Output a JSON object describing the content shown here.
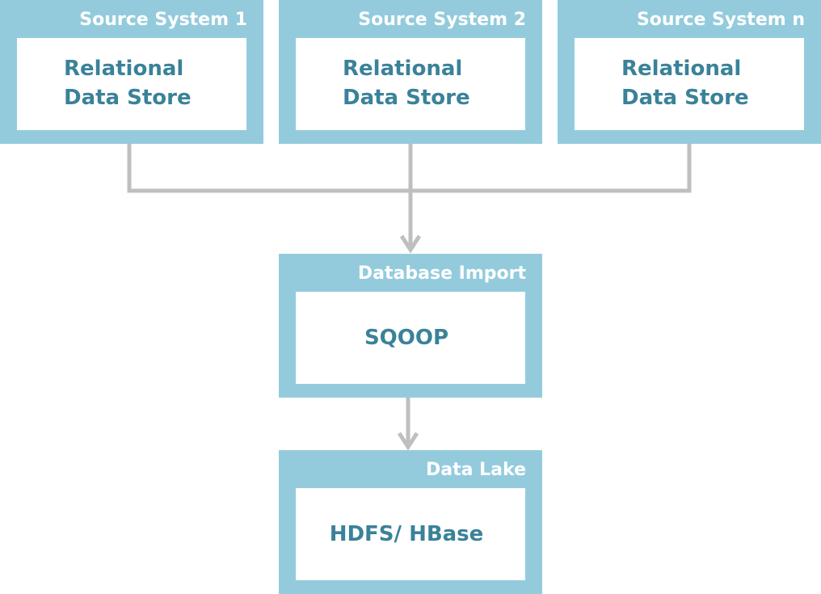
{
  "sources": [
    {
      "header": "Source System 1",
      "line1": "Relational",
      "line2": "Data Store"
    },
    {
      "header": "Source System 2",
      "line1": "Relational",
      "line2": "Data Store"
    },
    {
      "header": "Source System n",
      "line1": "Relational",
      "line2": "Data Store"
    }
  ],
  "import_stage": {
    "header": "Database Import",
    "label": "SQOOP"
  },
  "lake_stage": {
    "header": "Data Lake",
    "label": "HDFS/ HBase"
  },
  "colors": {
    "box_outer": "#93cbdd",
    "box_inner": "#ffffff",
    "header_text": "#ffffff",
    "body_text": "#3a8299",
    "connector": "#bfbfbf"
  }
}
